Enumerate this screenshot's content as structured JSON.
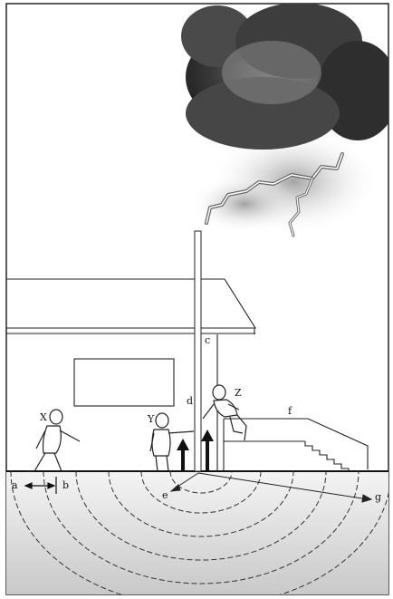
{
  "labels": {
    "x": "X",
    "y": "Y",
    "z": "Z",
    "c": "c",
    "d": "d",
    "f": "f",
    "a": "a",
    "b": "b",
    "e": "e",
    "g": "g"
  }
}
